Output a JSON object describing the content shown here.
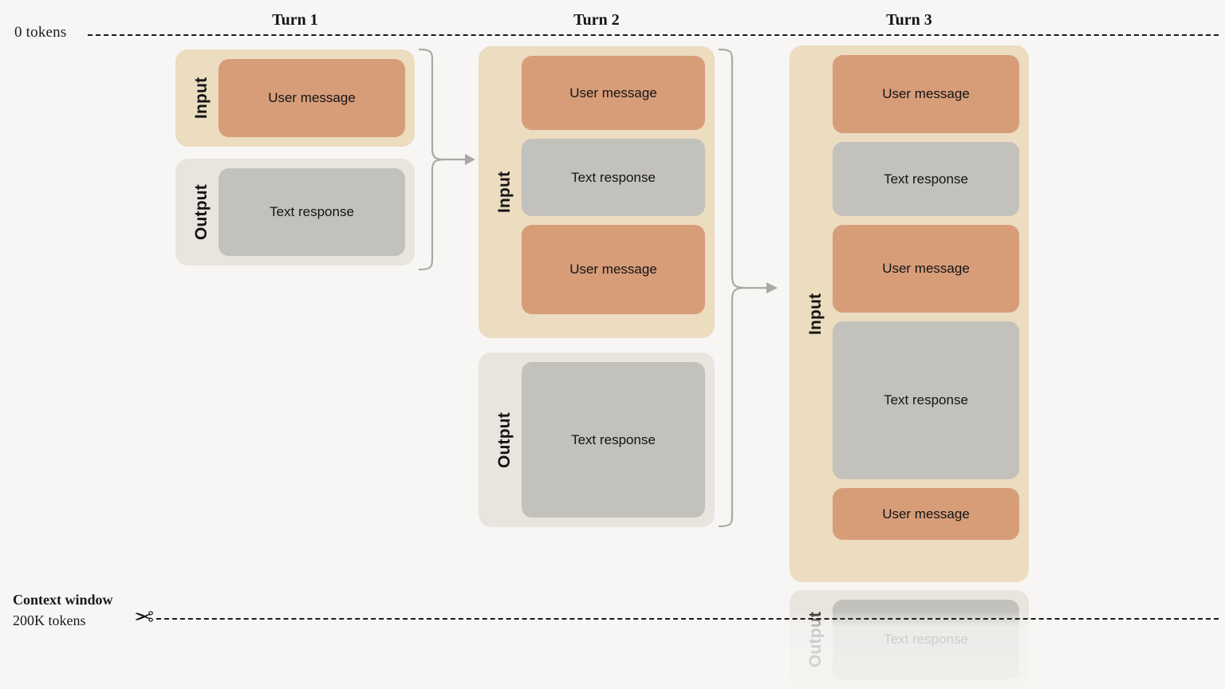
{
  "axis": {
    "top_label": "0 tokens",
    "bottom_title": "Context window",
    "bottom_subtitle": "200K tokens",
    "scissors_glyph": "✂"
  },
  "colors": {
    "background": "#f7f6f4",
    "input_container": "#ecdcc0",
    "output_container": "#e8e5df",
    "user_message": "#d79d79",
    "text_response": "#c3c1bb",
    "axis_line": "#1b1b1b",
    "connector": "#a9a9a6"
  },
  "labels": {
    "input": "Input",
    "output": "Output",
    "user_message": "User message",
    "text_response": "Text response"
  },
  "turns": [
    {
      "title": "Turn 1",
      "input_blocks": [
        "User message"
      ],
      "output_blocks": [
        "Text response"
      ]
    },
    {
      "title": "Turn 2",
      "input_blocks": [
        "User message",
        "Text response",
        "User message"
      ],
      "output_blocks": [
        "Text response"
      ]
    },
    {
      "title": "Turn 3",
      "input_blocks": [
        "User message",
        "Text response",
        "User message",
        "Text response",
        "User message"
      ],
      "output_blocks": [
        "Text response"
      ]
    }
  ]
}
